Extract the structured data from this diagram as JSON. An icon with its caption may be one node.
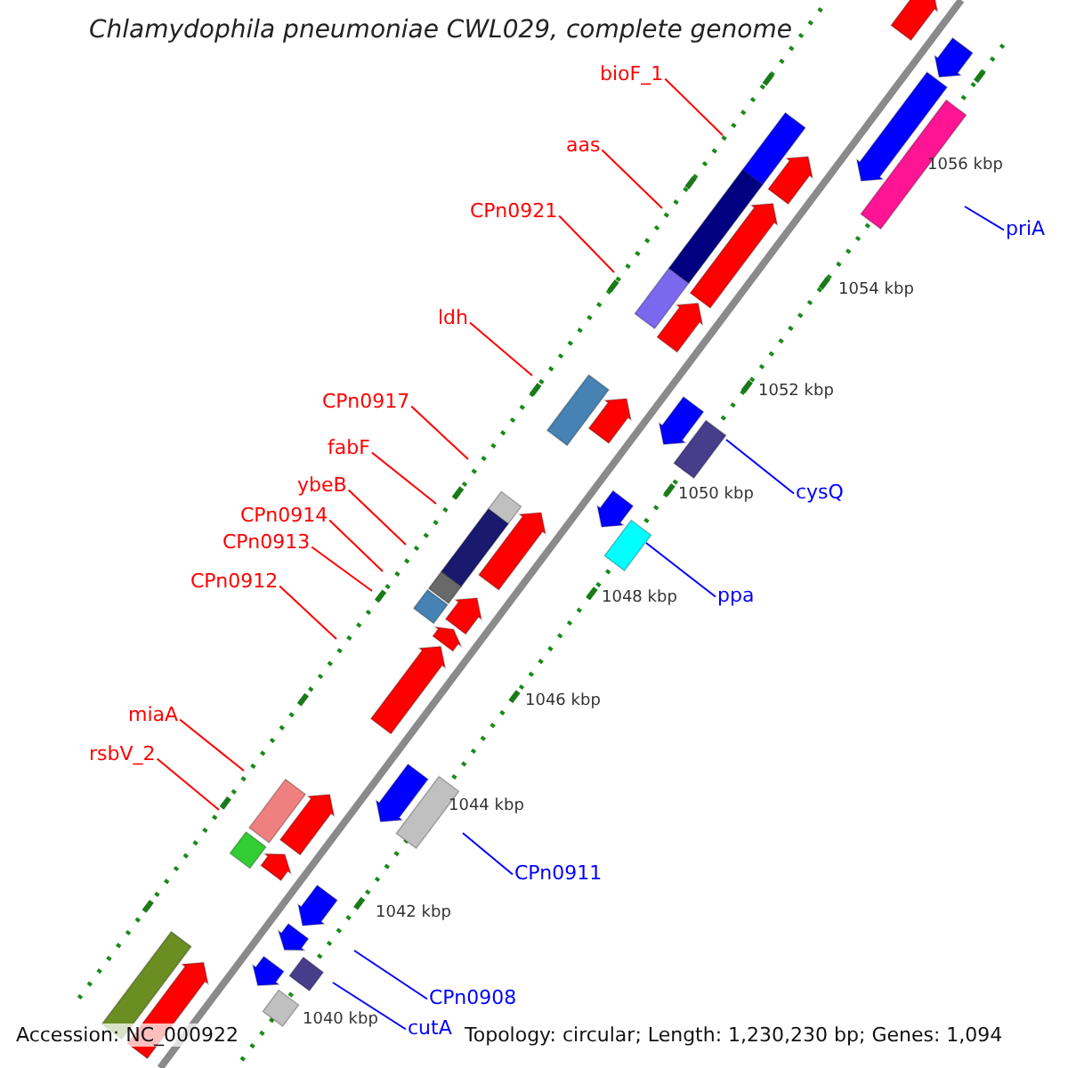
{
  "diagram": {
    "title": "Chlamydophila pneumoniae CWL029, complete genome",
    "nodes": [
      {
        "text": [
          "bioF_1"
        ]
      },
      {
        "text": [
          "aas"
        ]
      },
      {
        "text": [
          "CPn0921"
        ]
      },
      {
        "text": [
          "priA"
        ]
      },
      {
        "text": [
          "ldh"
        ]
      },
      {
        "text": [
          "CPn0917"
        ]
      },
      {
        "text": [
          "fabF"
        ]
      },
      {
        "text": [
          "ybeB"
        ]
      },
      {
        "text": [
          "cysQ"
        ]
      },
      {
        "text": [
          "CPn0914"
        ]
      },
      {
        "text": [
          "CPn0913"
        ]
      },
      {
        "text": [
          "CPn0912"
        ]
      },
      {
        "text": [
          "ppa"
        ]
      },
      {
        "text": [
          "miaA"
        ]
      },
      {
        "text": [
          "rsbV_2"
        ]
      },
      {
        "text": [
          "CPn0911"
        ]
      },
      {
        "text": [
          "CPn0908"
        ]
      },
      {
        "text": [
          "cutA"
        ]
      }
    ],
    "edges": [
      {
        "from": 0,
        "to": null,
        "arrow": "none"
      },
      {
        "from": 1,
        "to": null,
        "arrow": "none"
      },
      {
        "from": 2,
        "to": null,
        "arrow": "none"
      },
      {
        "from": 3,
        "to": null,
        "arrow": "none",
        "color": "#0000ff"
      },
      {
        "from": 4,
        "to": null,
        "arrow": "none"
      },
      {
        "from": 5,
        "to": null,
        "arrow": "none"
      },
      {
        "from": 6,
        "to": null,
        "arrow": "none"
      },
      {
        "from": 7,
        "to": null,
        "arrow": "none"
      },
      {
        "from": 8,
        "to": null,
        "arrow": "none",
        "color": "#0000ff"
      },
      {
        "from": 9,
        "to": null,
        "arrow": "none"
      },
      {
        "from": 10,
        "to": null,
        "arrow": "none"
      },
      {
        "from": 11,
        "to": null,
        "arrow": "none"
      },
      {
        "from": 12,
        "to": null,
        "arrow": "none",
        "color": "#0000ff"
      },
      {
        "from": 13,
        "to": null,
        "arrow": "none"
      },
      {
        "from": 14,
        "to": null,
        "arrow": "none"
      },
      {
        "from": 15,
        "to": null,
        "arrow": "none",
        "color": "#0000ff"
      },
      {
        "from": 16,
        "to": null,
        "arrow": "none",
        "color": "#0000ff"
      },
      {
        "from": 17,
        "to": null,
        "arrow": "none",
        "color": "#0000ff"
      }
    ],
    "labels": [
      "1056 kbp",
      "1054 kbp",
      "1052 kbp",
      "1050 kbp",
      "1048 kbp",
      "1046 kbp",
      "1044 kbp",
      "1042 kbp",
      "1040 kbp",
      "Accession: NC_000922",
      "Topology: circular; Length: 1,230,230 bp; Genes: 1,094"
    ]
  }
}
